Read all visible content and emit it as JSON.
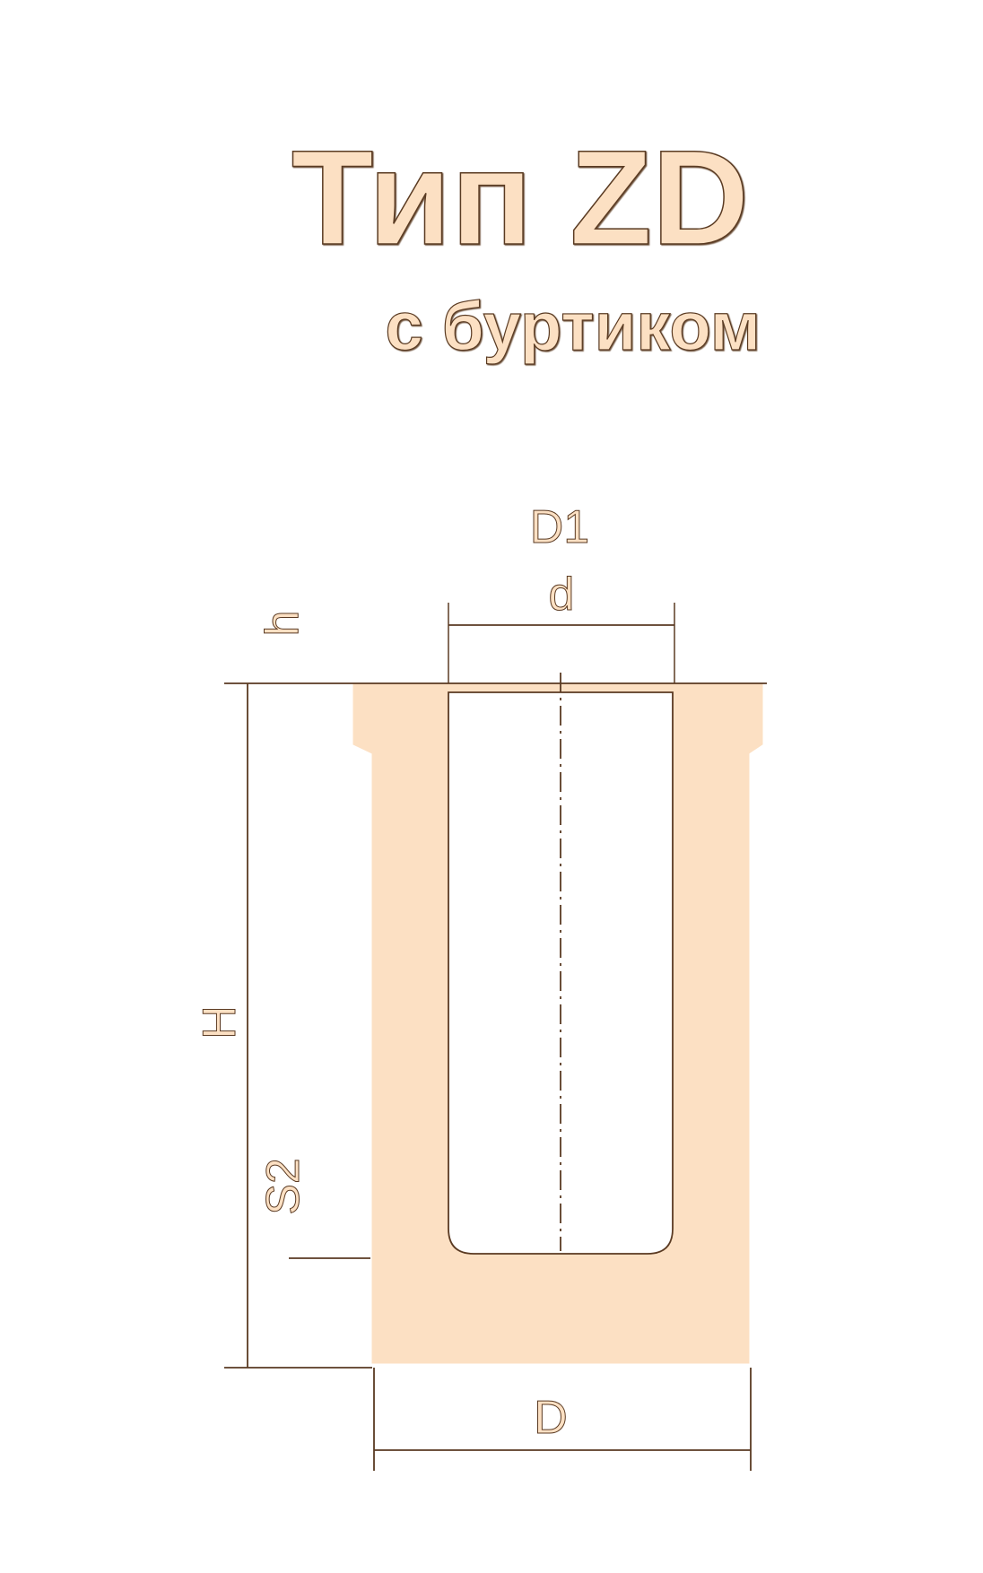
{
  "title": "Тип ZD",
  "subtitle": "с буртиком",
  "dimensions": {
    "D1": "D1",
    "d": "d",
    "h": "h",
    "H": "H",
    "S2": "S2",
    "D": "D"
  },
  "colors": {
    "fill": "#FCE0C3",
    "outline": "#5A3A22",
    "dim_light": "#FAD9BB",
    "dim_dark": "#5A3A22",
    "background": "#FFFFFF"
  }
}
